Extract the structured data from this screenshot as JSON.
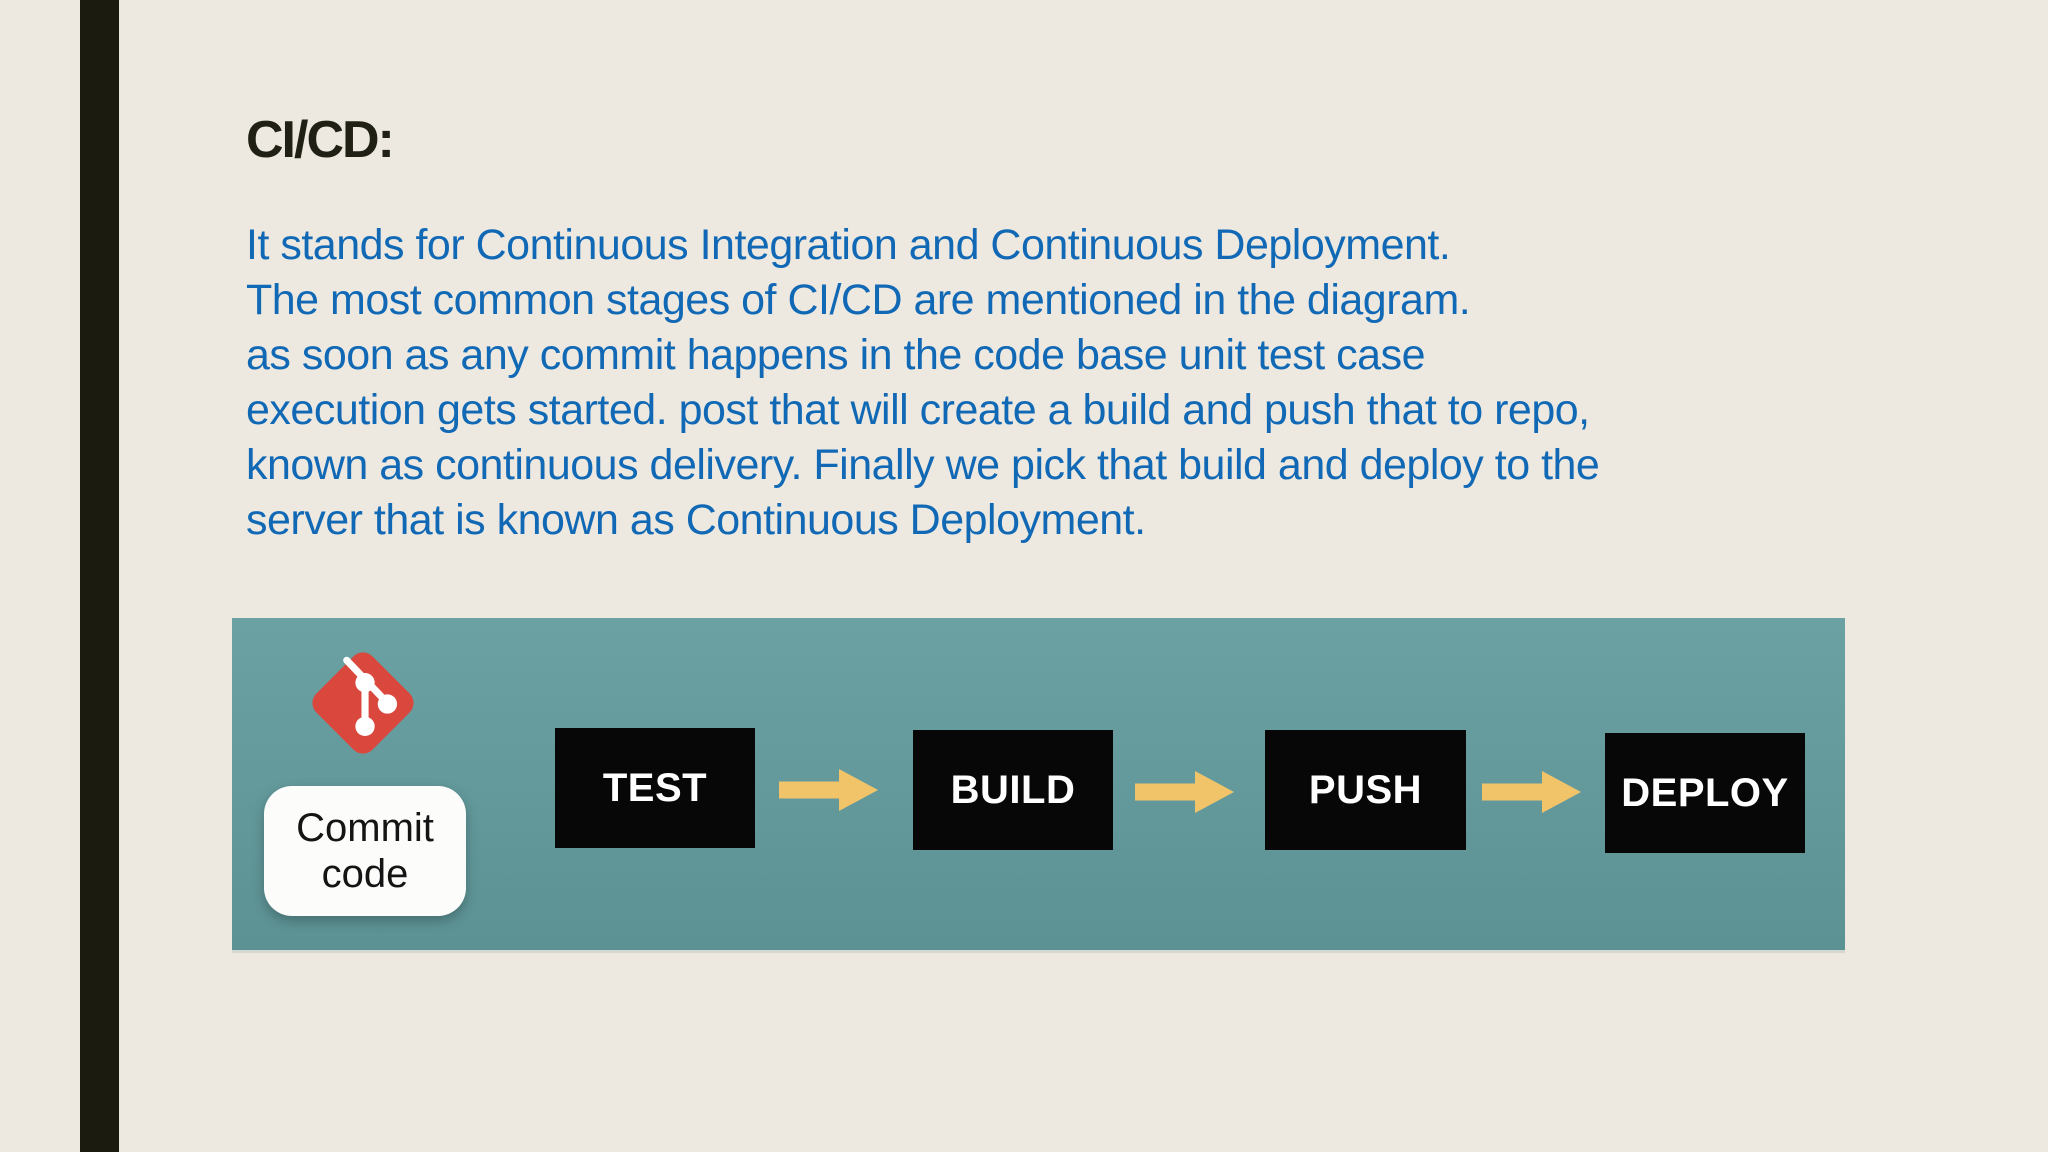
{
  "slide": {
    "title": "CI/CD:",
    "body_lines": [
      "It stands for Continuous Integration and Continuous Deployment.",
      "The most common stages of CI/CD are mentioned in the diagram.",
      "as soon as any commit happens in the code base unit test case",
      "execution gets started. post that will create a build and push that to repo,",
      "known as continuous delivery. Finally we pick that build and deploy to the",
      "server that is known as Continuous Deployment."
    ]
  },
  "diagram": {
    "commit_label_lines": [
      "Commit",
      "code"
    ],
    "stages": [
      {
        "label": "TEST"
      },
      {
        "label": "BUILD"
      },
      {
        "label": "PUSH"
      },
      {
        "label": "DEPLOY"
      }
    ],
    "icons": {
      "git": "git-icon",
      "arrow": "arrow-right-icon"
    },
    "colors": {
      "diagram_background": "#649A9C",
      "stage_box": "#070707",
      "stage_text": "#FFFFFF",
      "arrow": "#F2C46A",
      "git_red": "#D9473D",
      "commit_box": "#FCFCFB",
      "commit_text": "#141414"
    }
  },
  "theme": {
    "page_background": "#EDE9E0",
    "accent_bar": "#1B1B10",
    "title_color": "#202014",
    "body_text_color": "#1169B6"
  }
}
